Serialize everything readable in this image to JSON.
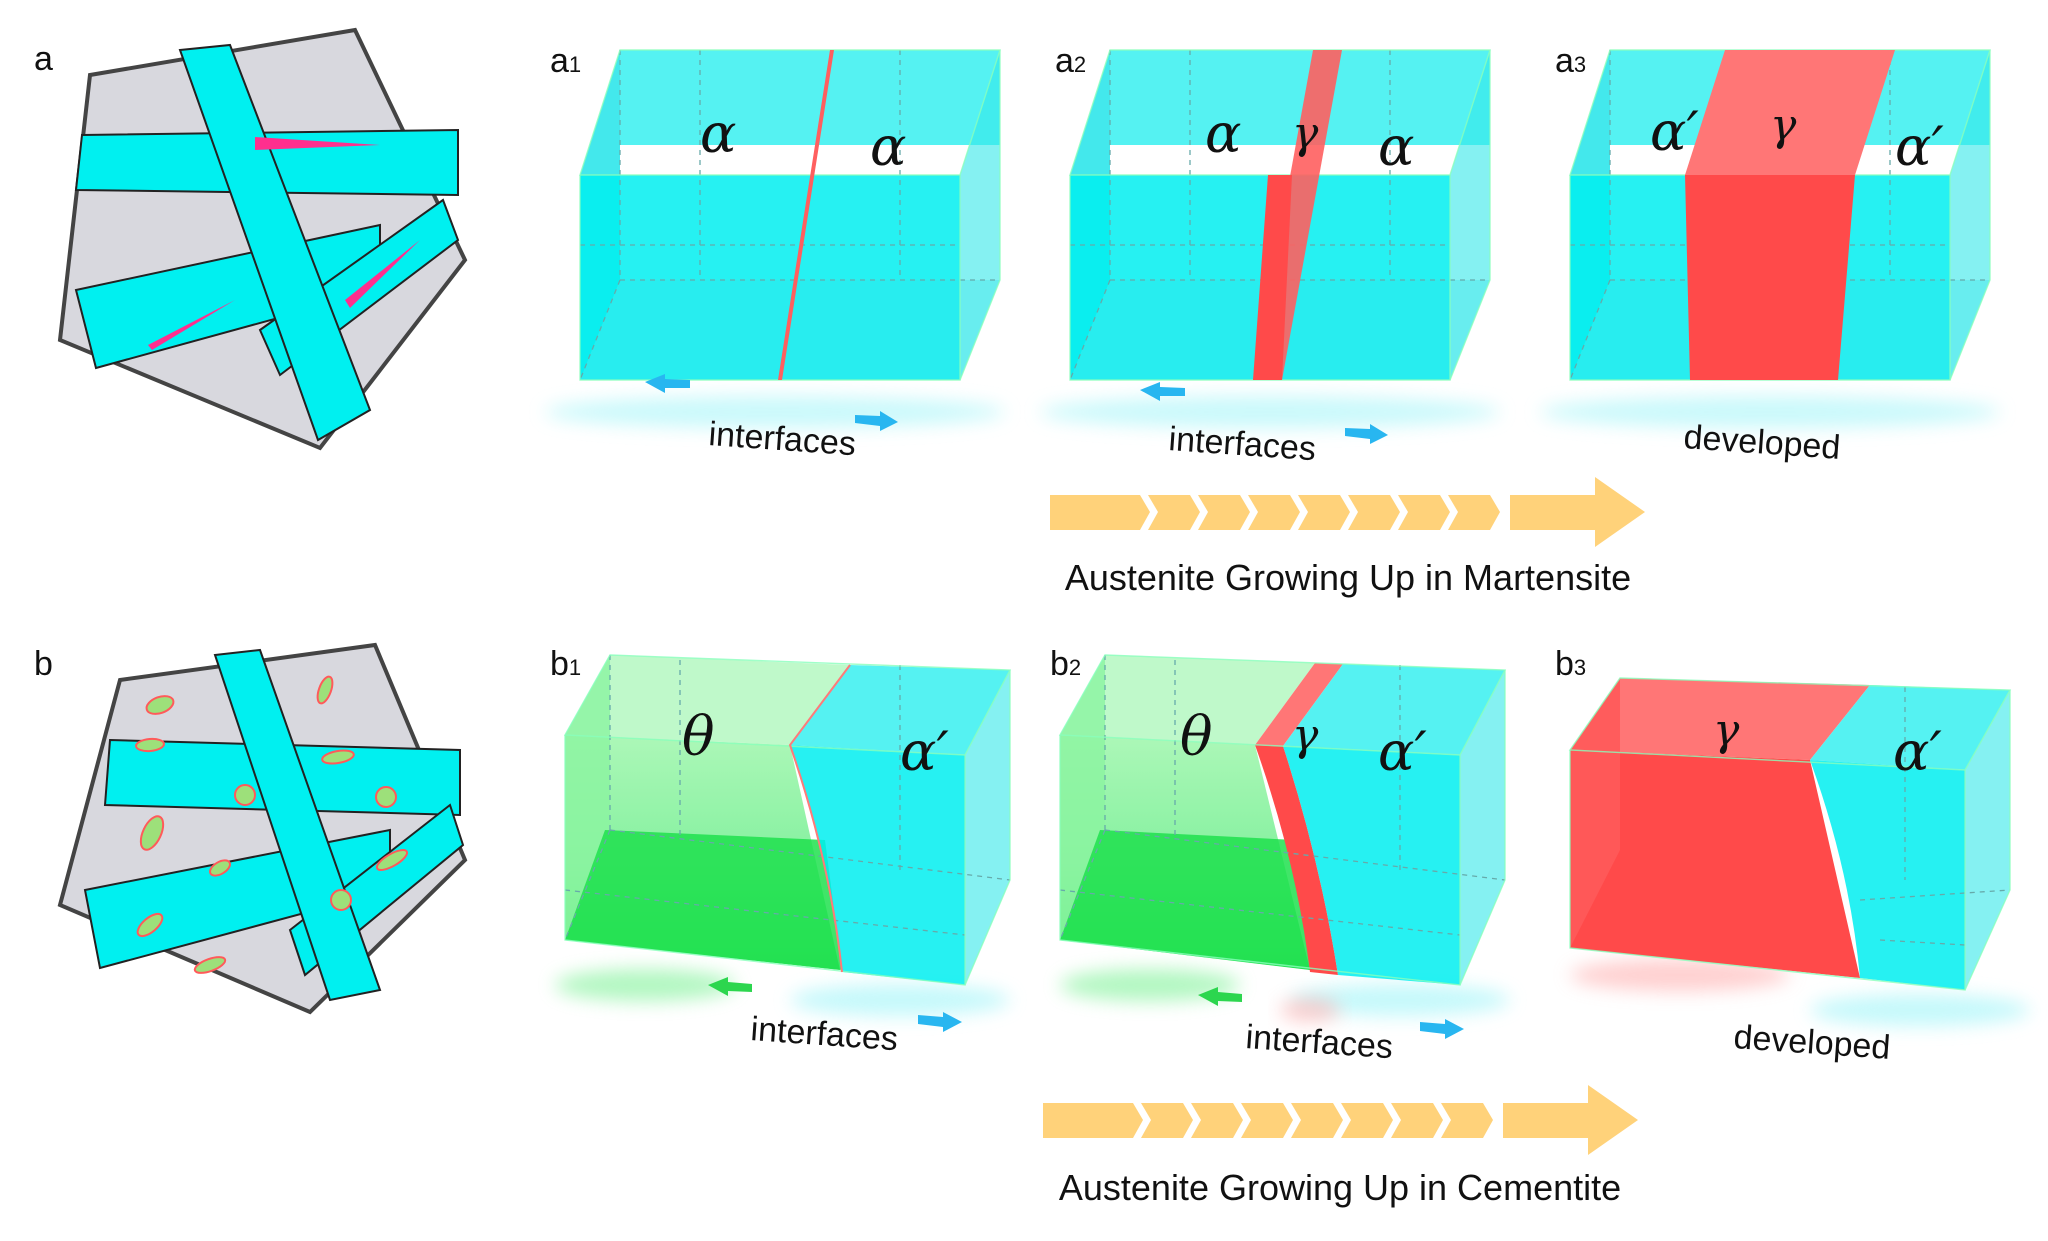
{
  "panels": {
    "a": {
      "letter": "a"
    },
    "b": {
      "letter": "b"
    },
    "a1": {
      "letter": "a",
      "index": "1",
      "left": "α",
      "right": "α",
      "caption": "interfaces"
    },
    "a2": {
      "letter": "a",
      "index": "2",
      "left": "α",
      "mid": "γ",
      "right": "α",
      "caption": "interfaces"
    },
    "a3": {
      "letter": "a",
      "index": "3",
      "left": "α′",
      "mid": "γ",
      "right": "α′",
      "caption": "developed"
    },
    "b1": {
      "letter": "b",
      "index": "1",
      "left": "θ",
      "right": "α′",
      "caption": "interfaces"
    },
    "b2": {
      "letter": "b",
      "index": "2",
      "left": "θ",
      "mid": "γ",
      "right": "α′",
      "caption": "interfaces"
    },
    "b3": {
      "letter": "b",
      "index": "3",
      "left": "γ",
      "right": "α′",
      "caption": "developed"
    }
  },
  "process_a": "Austenite Growing Up in Martensite",
  "process_b": "Austenite Growing Up in Cementite",
  "colors": {
    "martensite": "#00f0f0",
    "austenite": "#ff5f5f",
    "cementite": "#33ee55",
    "grain": "#d8d8de",
    "arrow": "#ffd27a"
  }
}
